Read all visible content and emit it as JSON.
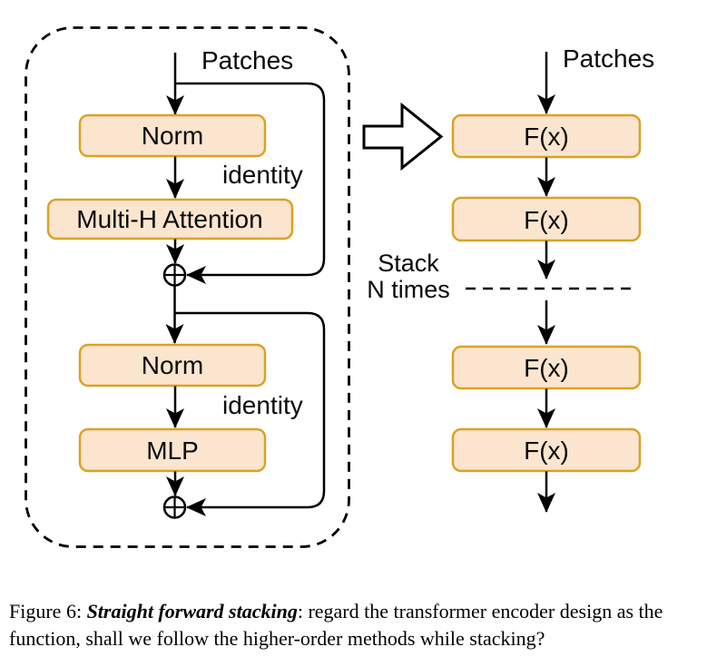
{
  "figure": {
    "left_panel": {
      "input_label": "Patches",
      "blocks": [
        "Norm",
        "Multi-H Attention",
        "Norm",
        "MLP"
      ],
      "identity_labels": [
        "identity",
        "identity"
      ]
    },
    "right_panel": {
      "input_label": "Patches",
      "blocks": [
        "F(x)",
        "F(x)",
        "F(x)",
        "F(x)"
      ],
      "stack_label_line1": "Stack",
      "stack_label_line2": "N times"
    },
    "colors": {
      "box_fill": "#FBE5CE",
      "box_stroke": "#D9A226",
      "line": "#000000"
    }
  },
  "caption": {
    "prefix": "Figure 6: ",
    "emphasis": "Straight forward stacking",
    "rest": ": regard the transformer encoder design as the function, shall we follow the higher-order methods while stacking?"
  }
}
